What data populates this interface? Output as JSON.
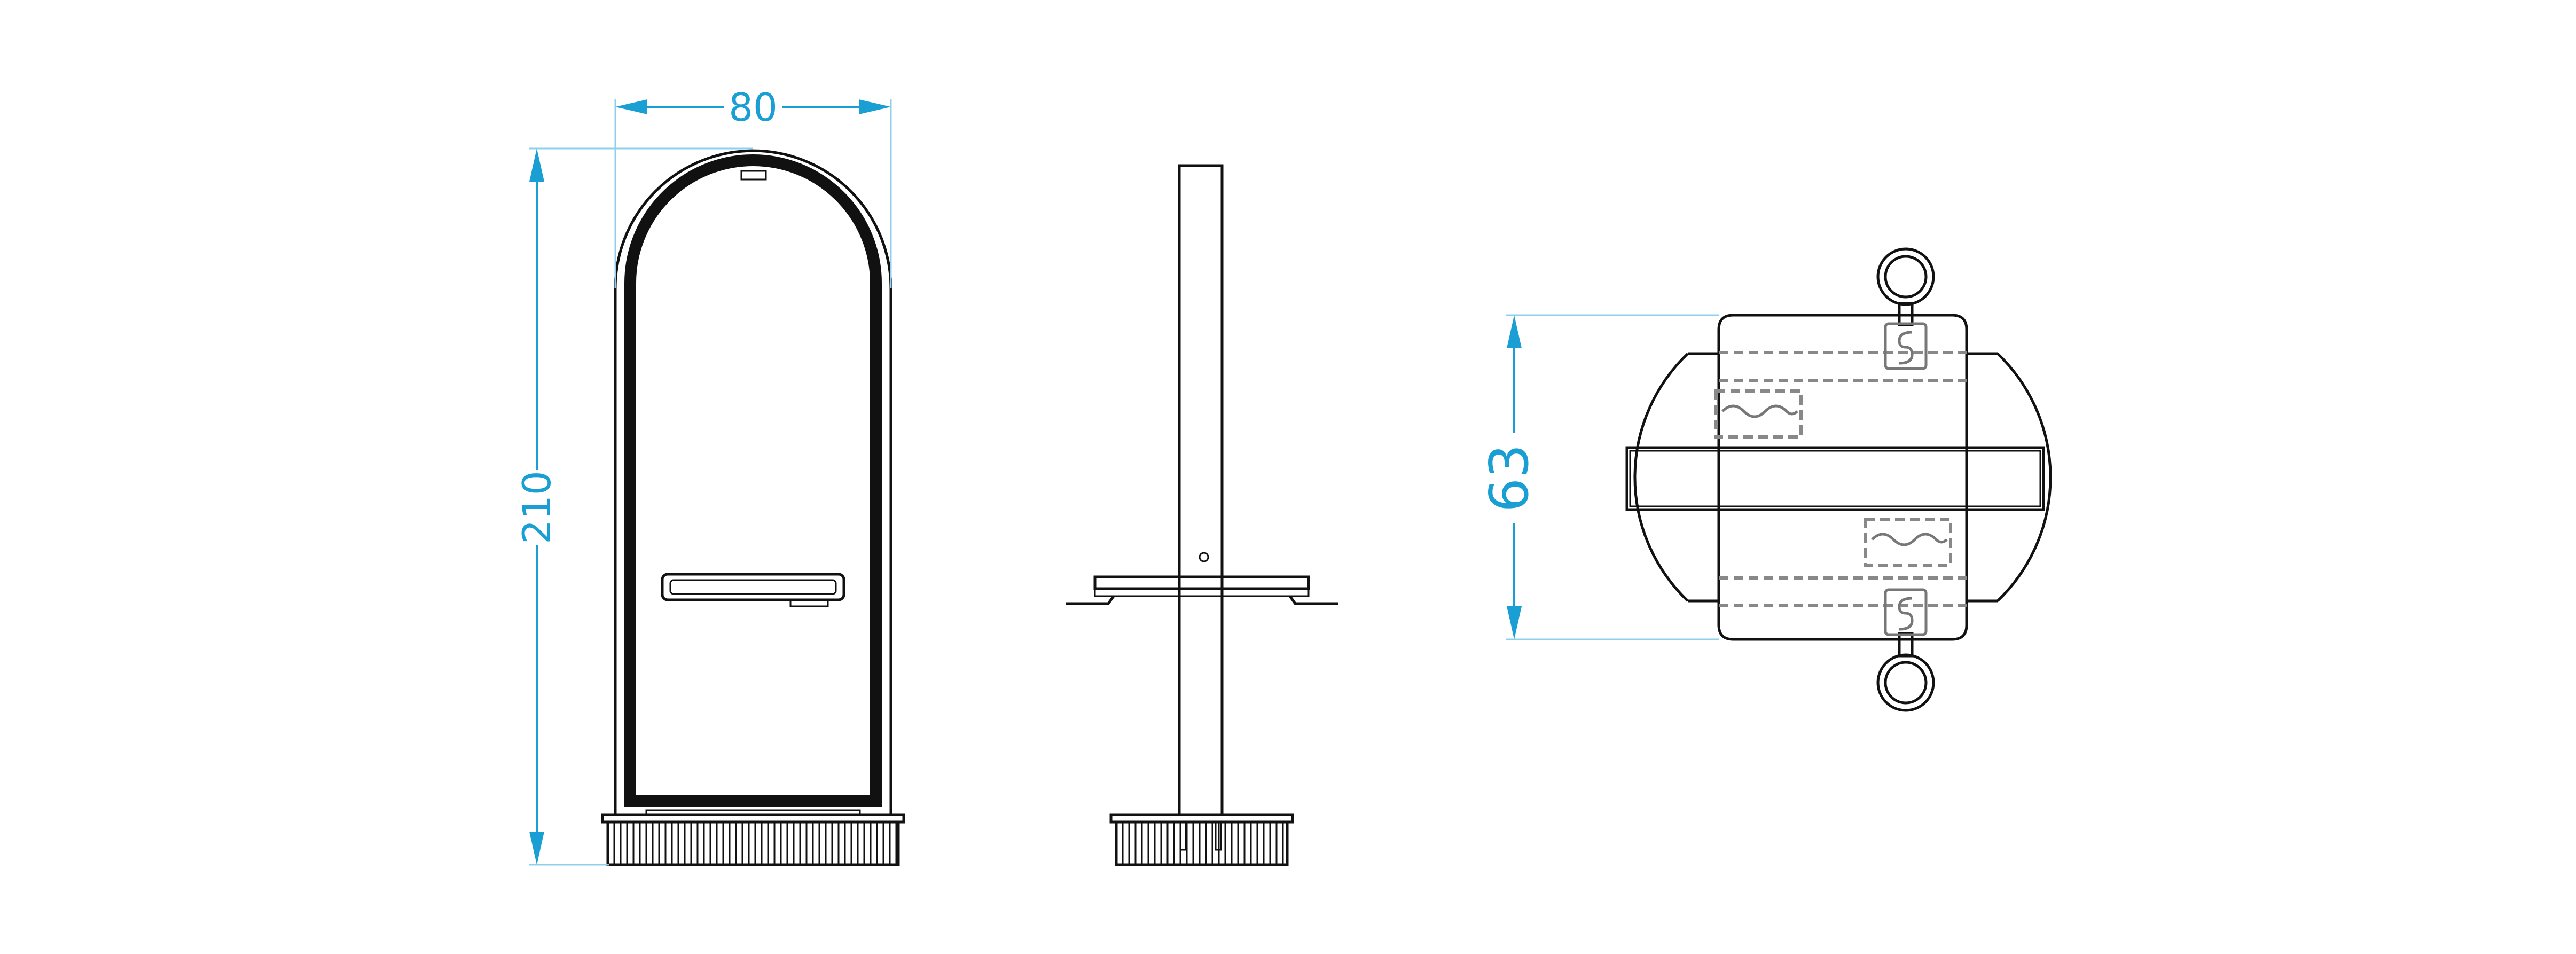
{
  "dimensions": {
    "width_label": "80",
    "height_label": "210",
    "depth_label": "63"
  },
  "colors": {
    "dimension": "#1a9fd4",
    "extension": "#8fd0ec",
    "line": "#111111",
    "hidden": "#888888"
  }
}
